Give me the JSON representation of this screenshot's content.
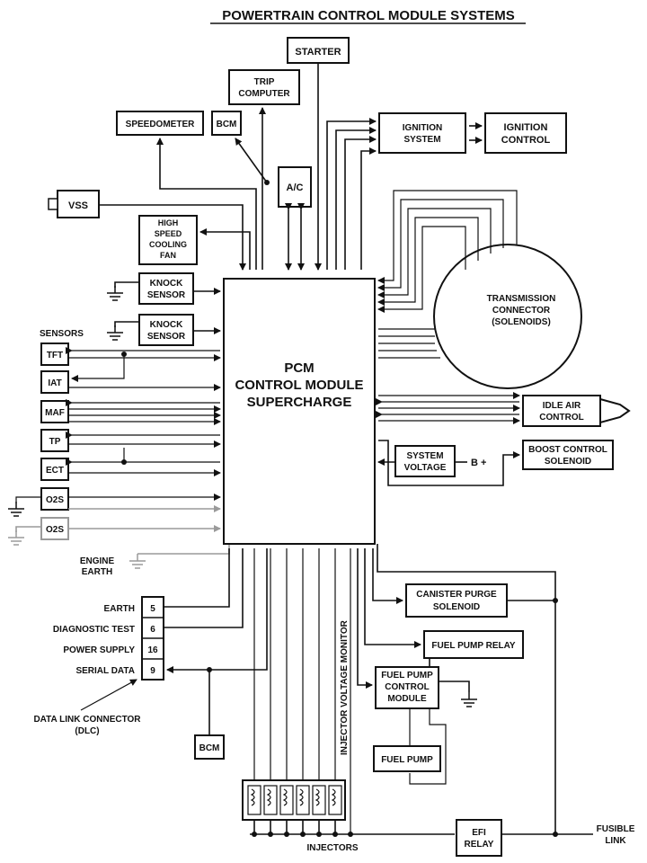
{
  "title": "POWERTRAIN CONTROL MODULE SYSTEMS",
  "pcm": [
    "PCM",
    "CONTROL MODULE",
    "SUPERCHARGE"
  ],
  "top_boxes": {
    "starter": "STARTER",
    "trip_computer": [
      "TRIP",
      "COMPUTER"
    ],
    "speedometer": "SPEEDOMETER",
    "bcm": "BCM",
    "ac": "A/C",
    "ignition_system": [
      "IGNITION",
      "SYSTEM"
    ],
    "ignition_control": [
      "IGNITION",
      "CONTROL"
    ],
    "vss": "VSS",
    "cooling_fan": [
      "HIGH",
      "SPEED",
      "COOLING",
      "FAN"
    ]
  },
  "knock_sensors": [
    [
      "KNOCK",
      "SENSOR"
    ],
    [
      "KNOCK",
      "SENSOR"
    ]
  ],
  "sensors_label": "SENSORS",
  "sensors": [
    "TFT",
    "IAT",
    "MAF",
    "TP",
    "ECT",
    "O2S",
    "O2S"
  ],
  "engine_earth": [
    "ENGINE",
    "EARTH"
  ],
  "transmission": [
    "TRANSMISSION",
    "CONNECTOR",
    "(SOLENOIDS)"
  ],
  "idle_air_control": [
    "IDLE AIR",
    "CONTROL"
  ],
  "system_voltage": [
    "SYSTEM",
    "VOLTAGE"
  ],
  "b_plus": "B +",
  "boost_control": [
    "BOOST CONTROL",
    "SOLENOID"
  ],
  "canister_purge": [
    "CANISTER PURGE",
    "SOLENOID"
  ],
  "fuel_pump_relay": "FUEL PUMP RELAY",
  "fuel_pump_control": [
    "FUEL PUMP",
    "CONTROL",
    "MODULE"
  ],
  "fuel_pump": "FUEL PUMP",
  "injector_voltage_monitor": "INJECTOR VOLTAGE MONITOR",
  "injectors": "INJECTORS",
  "efi_relay": [
    "EFI",
    "RELAY"
  ],
  "fusible_link": [
    "FUSIBLE",
    "LINK"
  ],
  "dlc": {
    "pins": [
      {
        "label": "EARTH",
        "num": "5"
      },
      {
        "label": "DIAGNOSTIC TEST",
        "num": "6"
      },
      {
        "label": "POWER SUPPLY",
        "num": "16"
      },
      {
        "label": "SERIAL DATA",
        "num": "9"
      }
    ],
    "caption": [
      "DATA LINK CONNECTOR",
      "(DLC)"
    ]
  },
  "bottom_bcm": "BCM"
}
